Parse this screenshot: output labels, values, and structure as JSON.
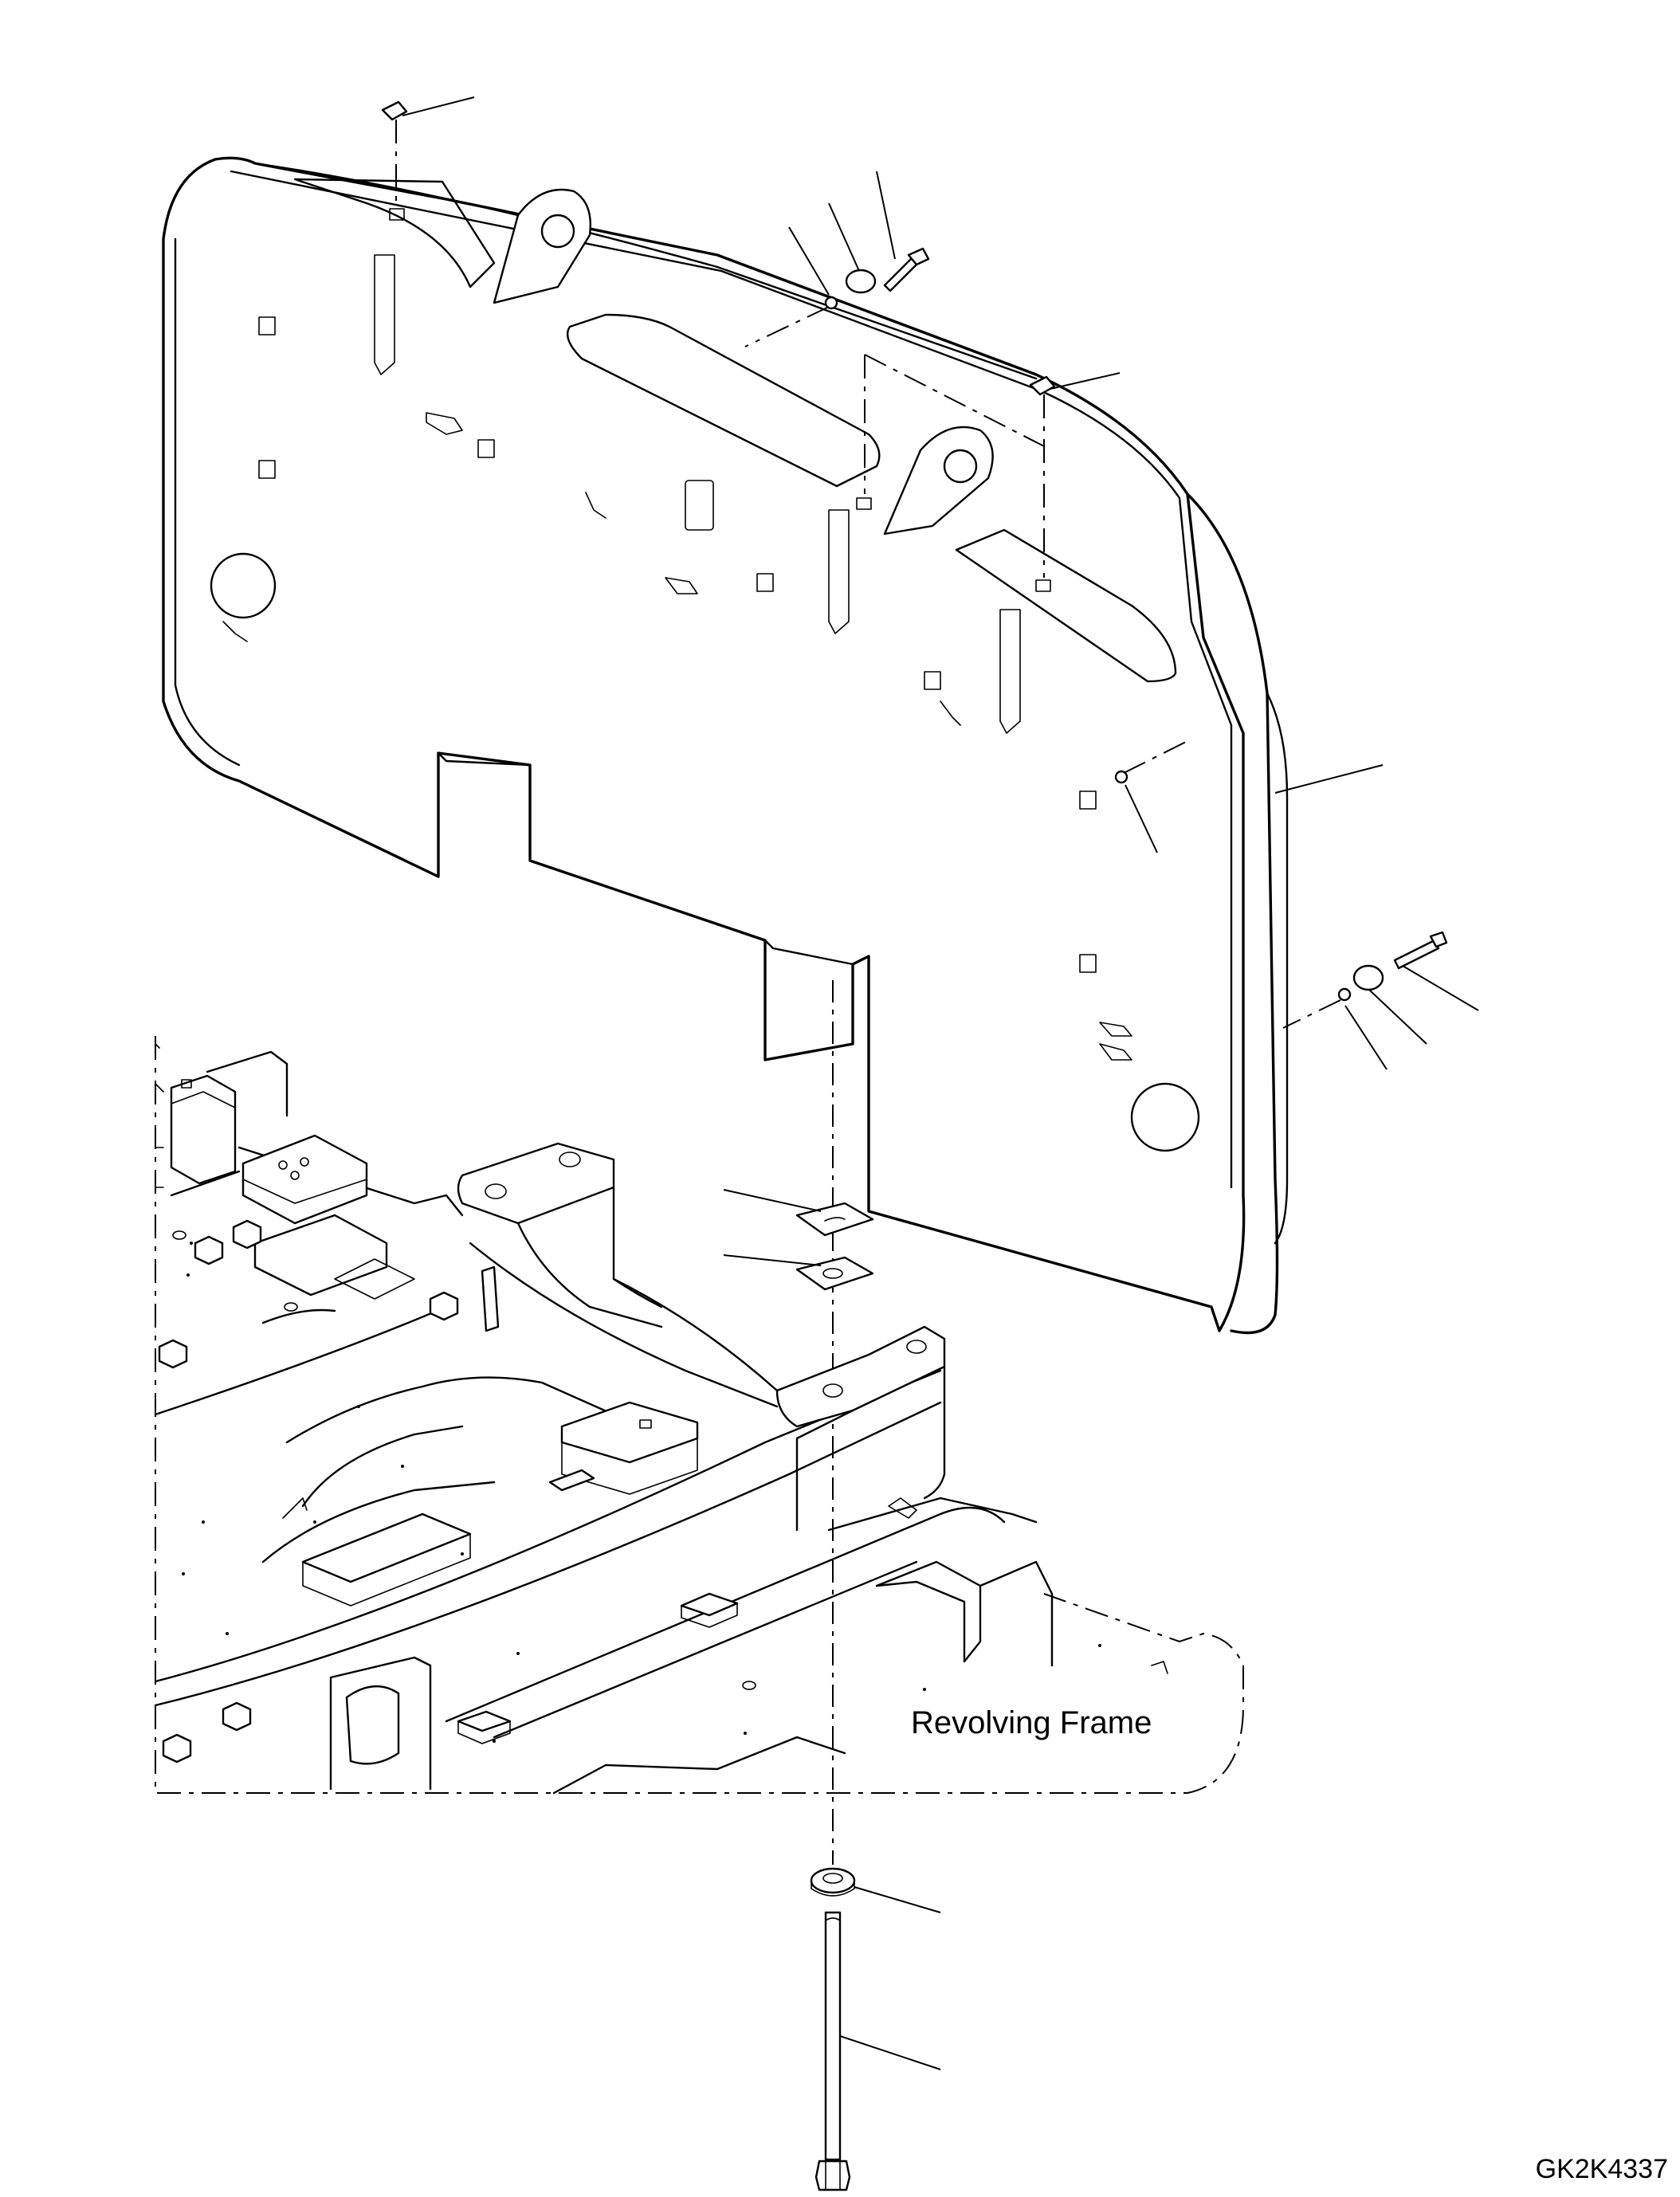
{
  "diagram": {
    "labels": {
      "revolving_frame": "Revolving Frame",
      "drawing_code": "GK2K4337"
    },
    "parts": [
      "counterweight",
      "revolving-frame",
      "mounting-bolt",
      "mounting-washer",
      "shim-c",
      "shim-plate",
      "cap-bolt-top",
      "cap-bolt-side",
      "lifting-eye-bolts"
    ]
  }
}
